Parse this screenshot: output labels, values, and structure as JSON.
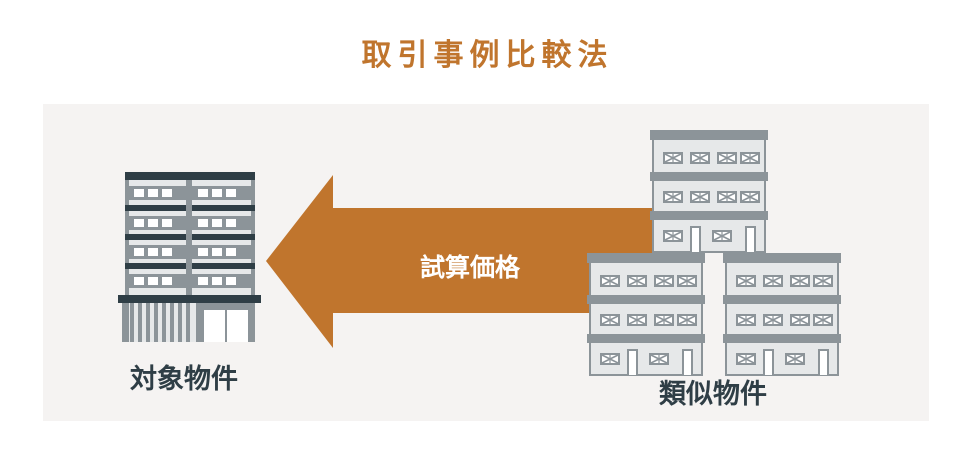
{
  "title": "取引事例比較法",
  "arrow": {
    "label": "試算価格",
    "color": "#c0752d"
  },
  "target_property": {
    "label": "対象物件"
  },
  "similar_properties": {
    "label": "類似物件"
  },
  "colors": {
    "title": "#c0752d",
    "panel": "#f5f3f2",
    "building_gray": "#8c9499",
    "building_dark": "#2f3e46",
    "label_text": "#2f3e46"
  }
}
